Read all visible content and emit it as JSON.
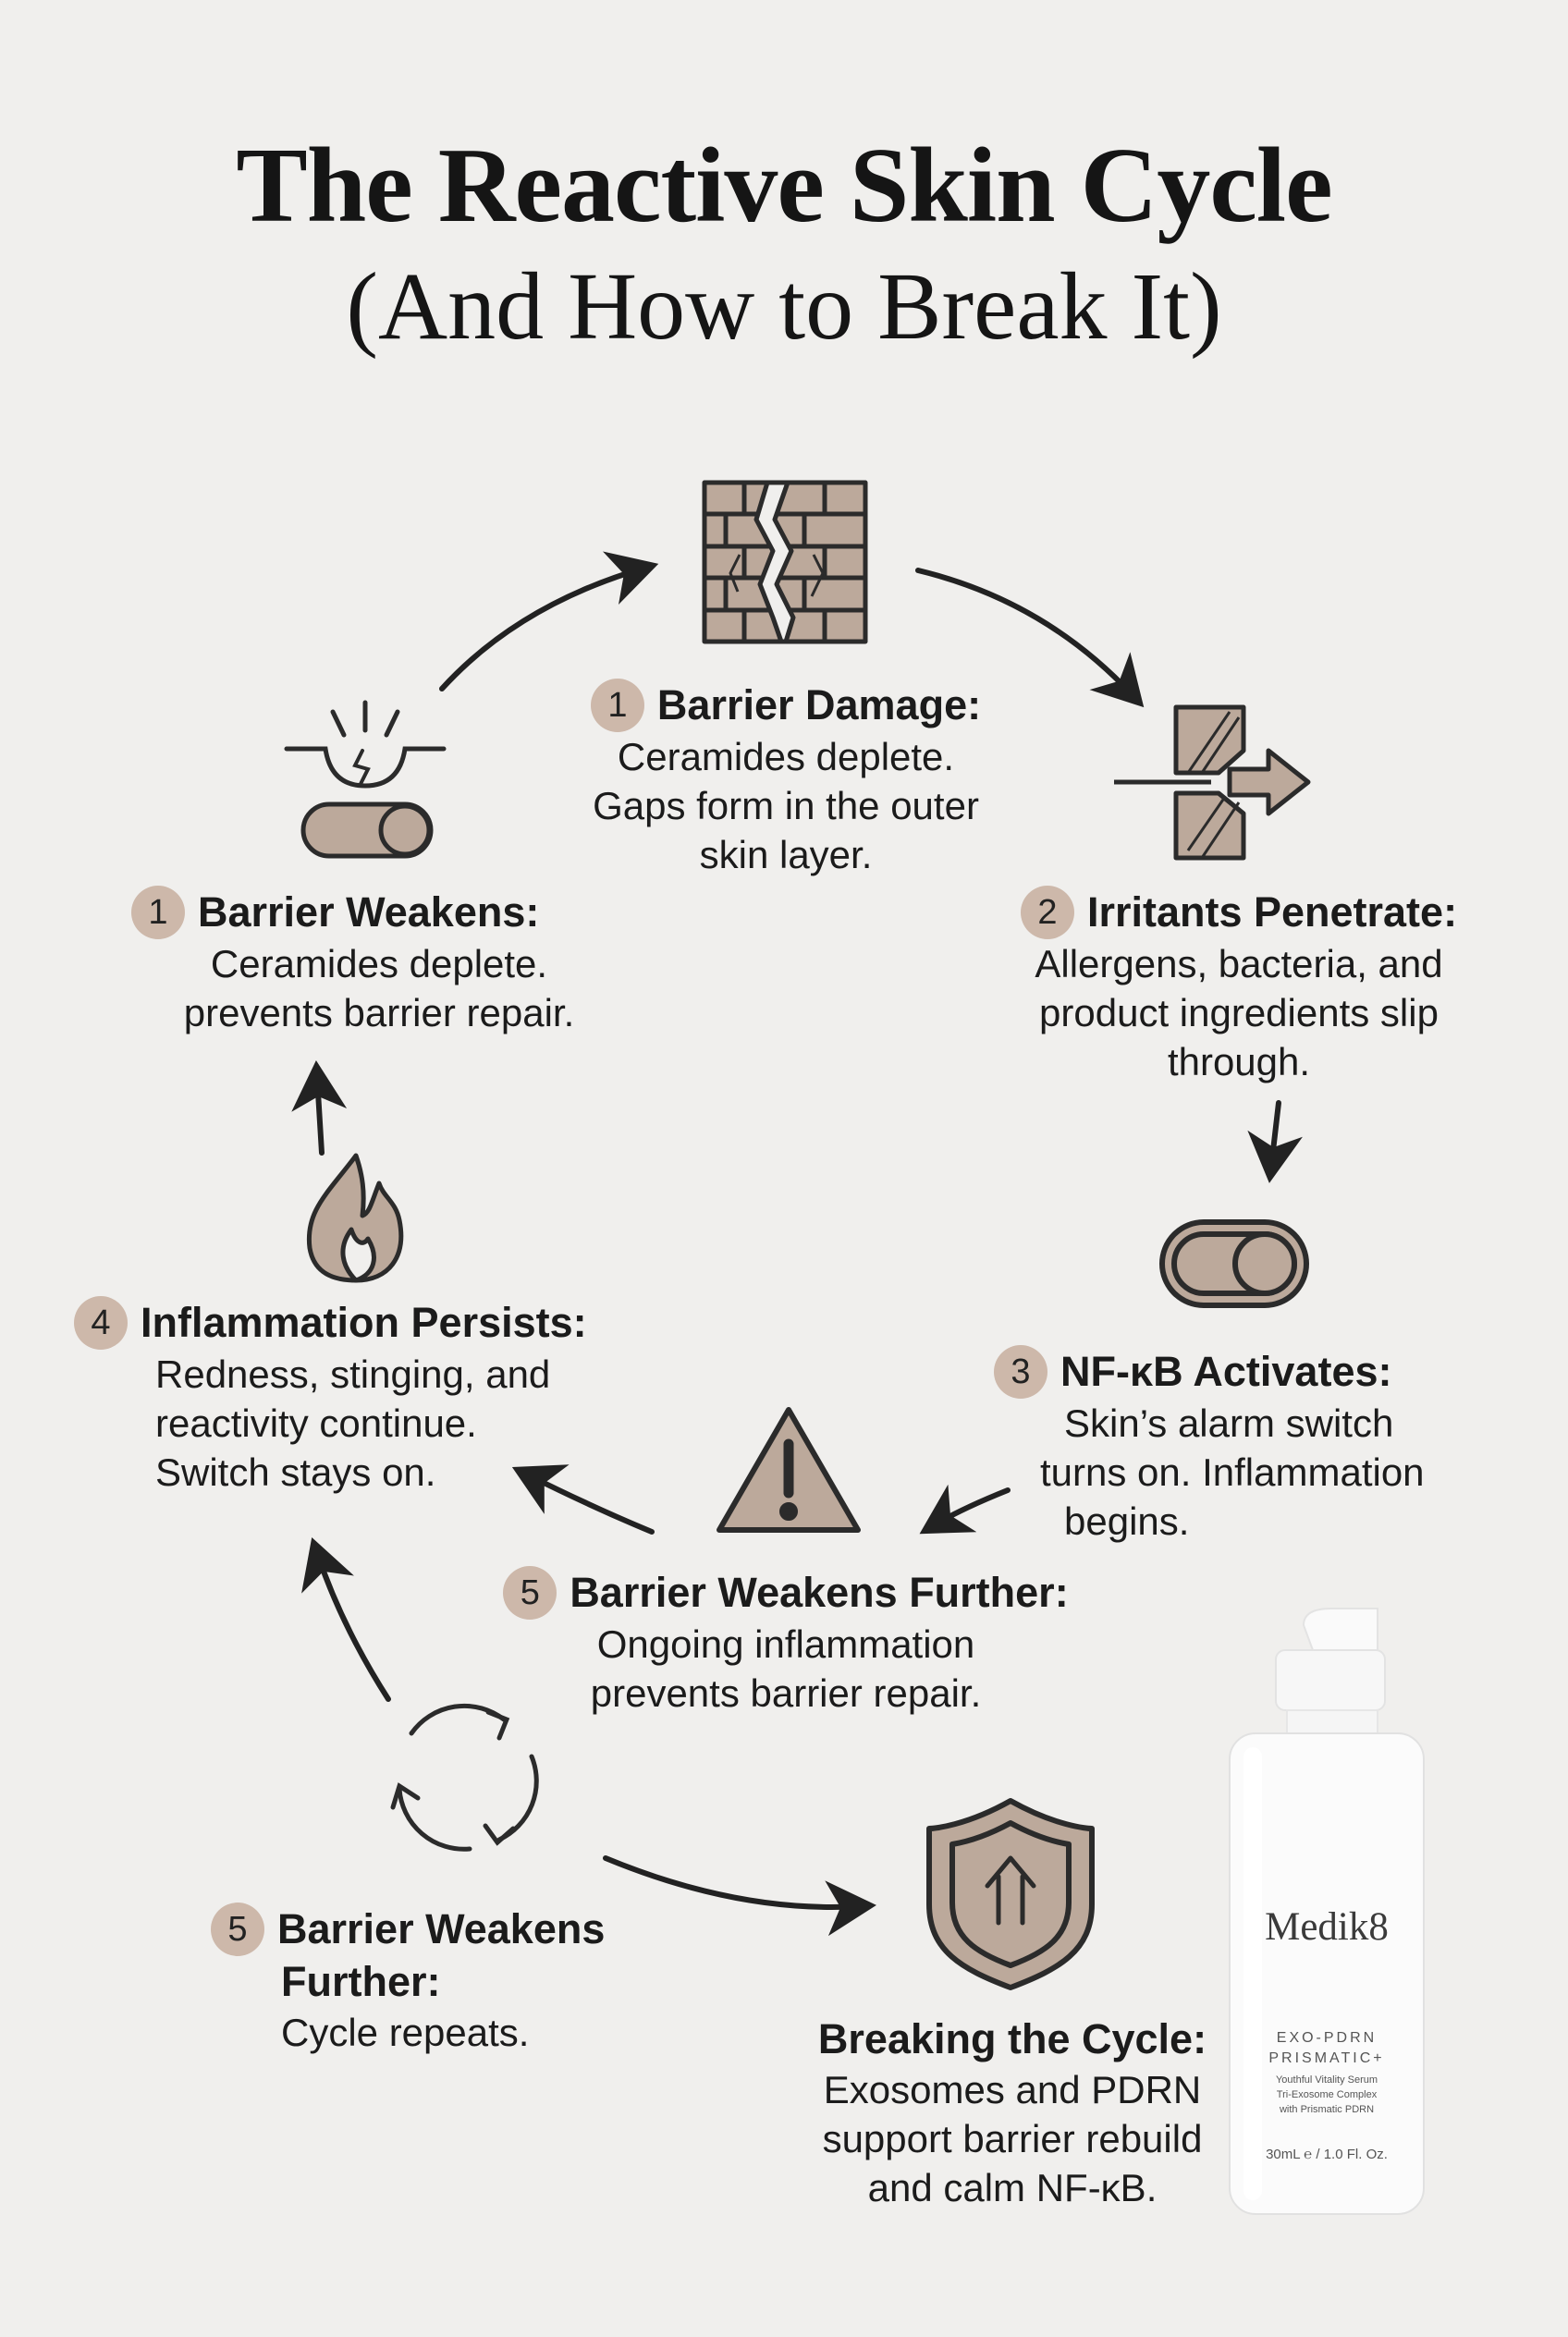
{
  "title": {
    "line1": "The Reactive Skin Cycle",
    "line2": "(And How to Break It)"
  },
  "steps": [
    {
      "id": "barrier-damage",
      "badge": "1",
      "heading": "Barrier Damage:",
      "body": [
        "Ceramides deplete.",
        "Gaps form in the outer",
        "skin layer."
      ],
      "icon": "cracked-brick-wall-icon"
    },
    {
      "id": "irritants-penetrate",
      "badge": "2",
      "heading": "Irritants Penetrate:",
      "body": [
        "Allergens, bacteria, and",
        "product ingredients slip",
        "through."
      ],
      "icon": "barrier-gap-arrow-icon"
    },
    {
      "id": "nfkb-activates",
      "badge": "3",
      "heading": "NF-κB Activates:",
      "body": [
        "Skin’s alarm switch",
        "turns on. Inflammation",
        "begins."
      ],
      "icon": "toggle-switch-icon"
    },
    {
      "id": "inflammation-persists",
      "badge": "4",
      "heading": "Inflammation Persists:",
      "body": [
        "Redness, stinging, and",
        "reactivity continue.",
        "Switch stays on."
      ],
      "icon": "flame-icon"
    },
    {
      "id": "barrier-weakens-further",
      "badge": "5",
      "heading": "Barrier Weakens Further:",
      "body": [
        "Ongoing inflammation",
        "prevents barrier repair."
      ],
      "icon": "warning-triangle-icon"
    },
    {
      "id": "barrier-weakens",
      "badge": "1",
      "heading": "Barrier Weakens:",
      "body": [
        "Ceramides deplete.",
        "prevents barrier repair."
      ],
      "icon": "stressed-skin-icon"
    },
    {
      "id": "cycle-repeats",
      "badge": "5",
      "heading": [
        "Barrier Weakens",
        "Further:"
      ],
      "body": [
        "Cycle repeats."
      ],
      "icon": "cycle-arrows-icon"
    },
    {
      "id": "breaking-cycle",
      "badge": "",
      "heading": "Breaking the Cycle:",
      "body": [
        "Exosomes and PDRN",
        "support barrier rebuild",
        "and calm NF-κB."
      ],
      "icon": "shield-up-arrow-icon"
    }
  ],
  "product": {
    "brand": "Medik8",
    "name_line1": "EXO-PDRN",
    "name_line2": "PRISMATIC+",
    "desc_line1": "Youthful Vitality Serum",
    "desc_line2": "Tri-Exosome Complex",
    "desc_line3": "with Prismatic PDRN",
    "volume": "30mL ℮ / 1.0 Fl. Oz."
  },
  "colors": {
    "background": "#f0efed",
    "icon_fill": "#bca99b",
    "badge": "#cdb8aa",
    "outline": "#2b2b2b"
  }
}
